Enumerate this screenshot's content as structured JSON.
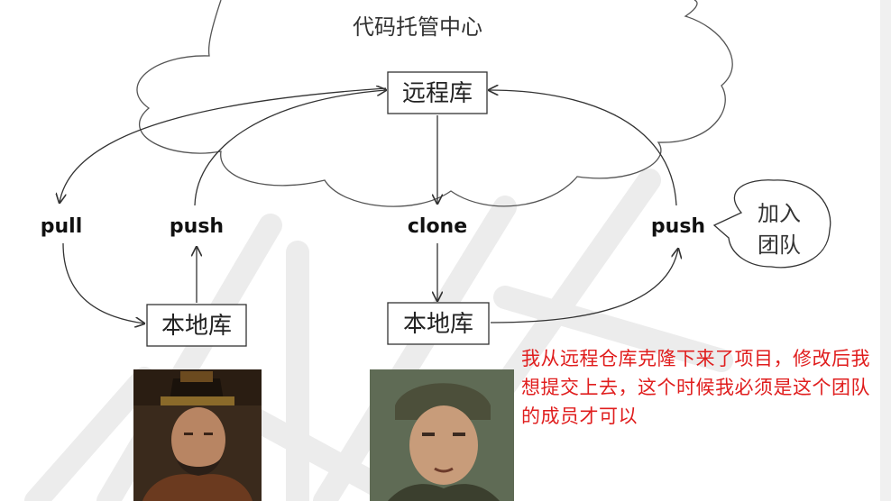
{
  "cloud": {
    "title": "代码托管中心"
  },
  "nodes": {
    "remote": "远程库",
    "local_left": "本地库",
    "local_right": "本地库"
  },
  "operations": {
    "pull": "pull",
    "push_left": "push",
    "clone": "clone",
    "push_right": "push"
  },
  "bubble": {
    "line1": "加入",
    "line2": "团队"
  },
  "note": "我从远程仓库克隆下来了项目，修改后我想提交上去，这个时候我必须是这个团队的成员才可以",
  "portraits": {
    "left": "man-with-official-hat",
    "right": "young-man"
  },
  "colors": {
    "note_text": "#e01e1e",
    "lines": "#333333",
    "watermark": "#e8e8e8"
  }
}
